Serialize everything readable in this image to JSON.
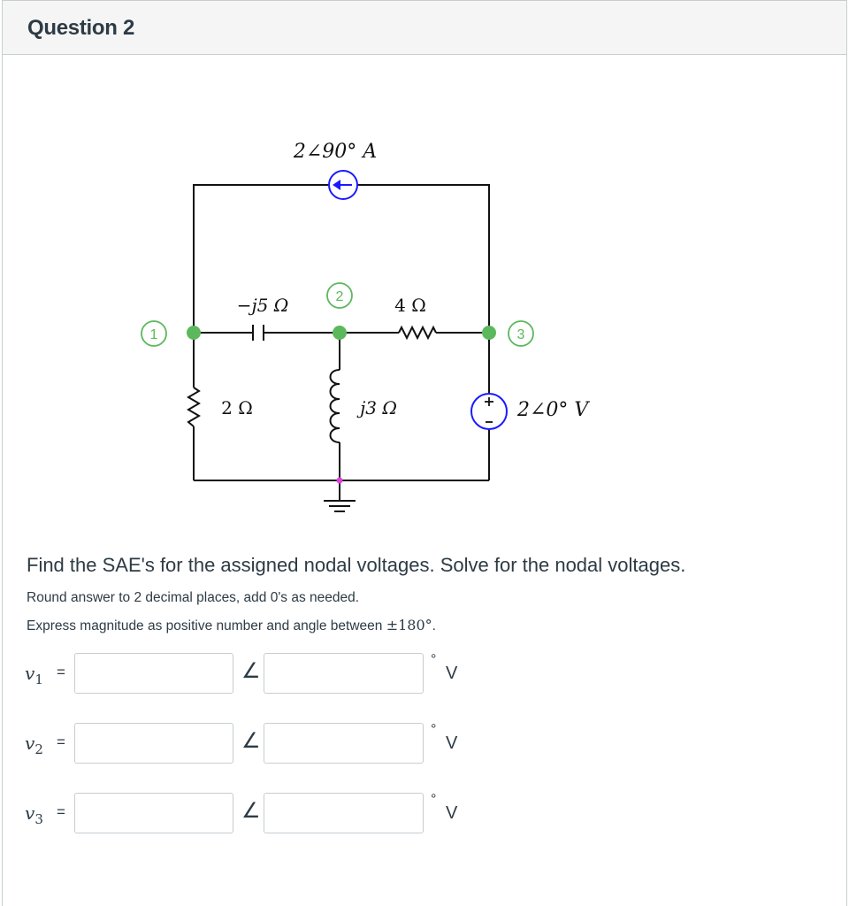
{
  "question": {
    "title": "Question 2"
  },
  "circuit": {
    "current_source": "2∠90° A",
    "capacitor": "−j5 Ω",
    "resistor_4": "4 Ω",
    "resistor_2": "2 Ω",
    "inductor": "j3 Ω",
    "voltage_source": "2∠0° V",
    "node_labels": [
      "1",
      "2",
      "3"
    ],
    "node_color": "#5cb85c",
    "source_color": "#1a1aff",
    "ground_dot_color": "#e040e0"
  },
  "prompt": "Find the SAE's for the assigned nodal voltages. Solve for the nodal voltages.",
  "notes": {
    "round": "Round answer to 2 decimal places, add 0's as needed.",
    "express_prefix": "Express magnitude as positive number and angle between ",
    "express_math": "±180°",
    "express_suffix": "."
  },
  "answers": [
    {
      "var": "v",
      "sub": "1",
      "eq": "=",
      "magnitude": "",
      "angle": "",
      "angle_symbol": "∠",
      "degree": "°",
      "unit": "V"
    },
    {
      "var": "v",
      "sub": "2",
      "eq": "=",
      "magnitude": "",
      "angle": "",
      "angle_symbol": "∠",
      "degree": "°",
      "unit": "V"
    },
    {
      "var": "v",
      "sub": "3",
      "eq": "=",
      "magnitude": "",
      "angle": "",
      "angle_symbol": "∠",
      "degree": "°",
      "unit": "V"
    }
  ]
}
